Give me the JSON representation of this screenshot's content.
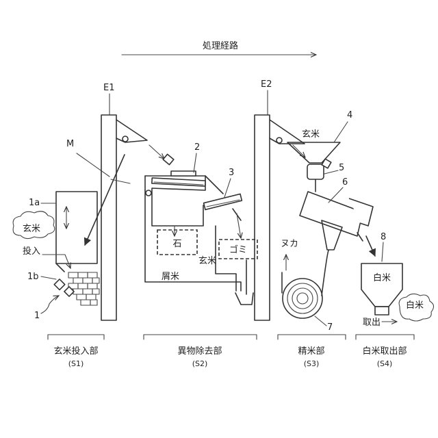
{
  "route_label": "処理経路",
  "elevators": {
    "e1": "E1",
    "e2": "E2"
  },
  "numbers": {
    "n1": "1",
    "n1a": "1a",
    "n1b": "1b",
    "n2": "2",
    "n3": "3",
    "n4": "4",
    "n5": "5",
    "n6": "6",
    "n7": "7",
    "n8": "8",
    "m": "M"
  },
  "labels": {
    "genmai_bubble": "玄米",
    "tounyu": "投入",
    "ishi": "石",
    "gomi": "ゴミ",
    "genmai_mid": "玄米",
    "kuzumai": "屑米",
    "genmai_top": "玄米",
    "nuka": "ヌカ",
    "hakumai_box": "白米",
    "hakumai_bubble": "白米",
    "toride": "取出"
  },
  "stages": [
    {
      "name": "玄米投入部",
      "code": "(S1)"
    },
    {
      "name": "異物除去部",
      "code": "(S2)"
    },
    {
      "name": "精米部",
      "code": "(S3)"
    },
    {
      "name": "白米取出部",
      "code": "(S4)"
    }
  ]
}
